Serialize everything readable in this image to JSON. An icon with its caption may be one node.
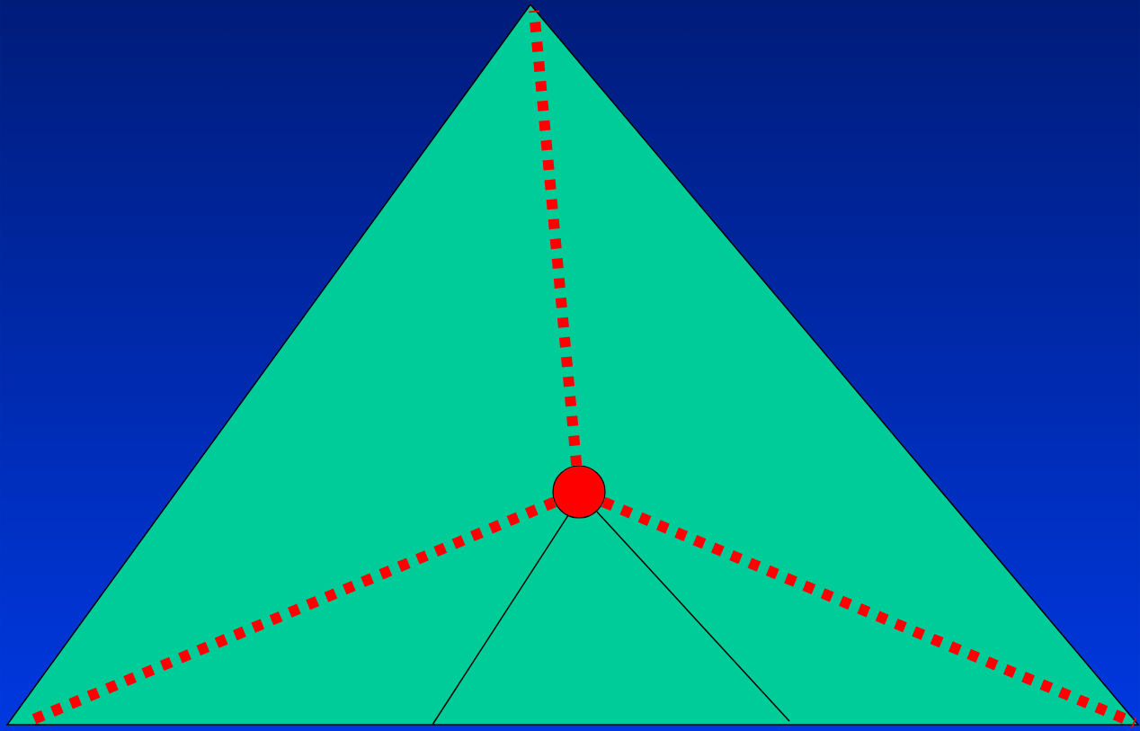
{
  "diagram": {
    "nodes": [
      {
        "text": [],
        "shape": "triangle"
      },
      {
        "text": [],
        "shape": "circle",
        "in": 0
      }
    ],
    "edges": [
      {
        "from": 1,
        "to": 0,
        "arrow": "none",
        "style": "dashed"
      },
      {
        "from": 1,
        "to": 0,
        "arrow": "none",
        "style": "dashed"
      },
      {
        "from": 1,
        "to": 0,
        "arrow": "none",
        "style": "dashed"
      },
      {
        "from": 1,
        "to": 0,
        "arrow": "none",
        "color": "#000000"
      },
      {
        "from": 1,
        "to": 0,
        "arrow": "none",
        "color": "#000000"
      }
    ]
  }
}
